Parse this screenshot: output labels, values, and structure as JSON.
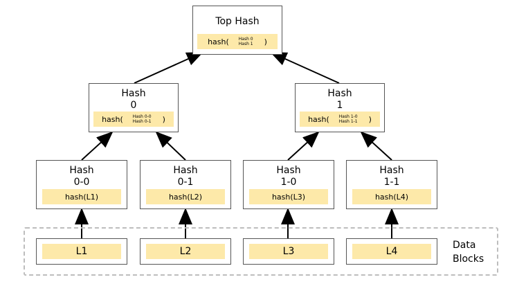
{
  "top": {
    "title": "Top Hash",
    "fn": "hash(",
    "a": "Hash 0",
    "b": "Hash 1",
    "close": ")"
  },
  "h0": {
    "title1": "Hash",
    "title2": "0",
    "fn": "hash(",
    "a": "Hash 0-0",
    "b": "Hash 0-1",
    "close": ")"
  },
  "h1": {
    "title1": "Hash",
    "title2": "1",
    "fn": "hash(",
    "a": "Hash 1-0",
    "b": "Hash 1-1",
    "close": ")"
  },
  "leaves": [
    {
      "title1": "Hash",
      "title2": "0-0",
      "fn": "hash(L1)"
    },
    {
      "title1": "Hash",
      "title2": "0-1",
      "fn": "hash(L2)"
    },
    {
      "title1": "Hash",
      "title2": "1-0",
      "fn": "hash(L3)"
    },
    {
      "title1": "Hash",
      "title2": "1-1",
      "fn": "hash(L4)"
    }
  ],
  "blocks": [
    "L1",
    "L2",
    "L3",
    "L4"
  ],
  "data_blocks_label": {
    "line1": "Data",
    "line2": "Blocks"
  }
}
